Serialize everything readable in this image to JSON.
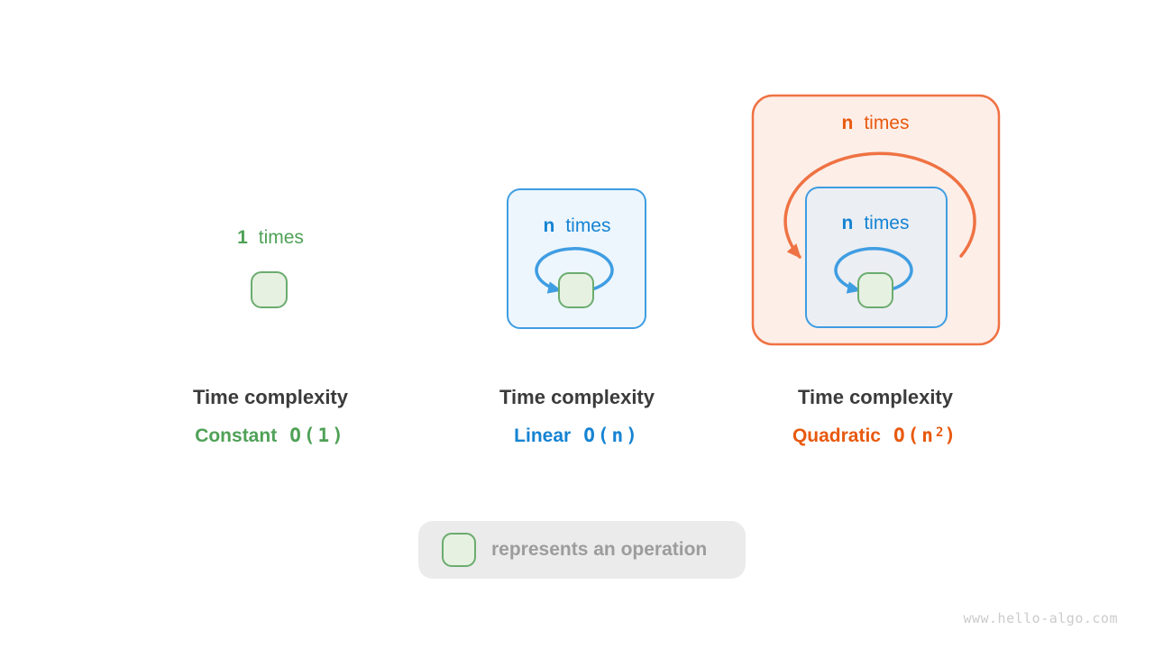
{
  "colors": {
    "green_border": "#6bac6e",
    "green_fill": "#e6f1e2",
    "green_text": "#4fa157",
    "blue_border": "#3f9de2",
    "blue_fill_light": "#edf6fd",
    "blue_fill_muted": "#ebeef3",
    "blue_text": "#1583d3",
    "orange_border": "#ef7243",
    "orange_fill": "#fdeee8",
    "orange_text": "#e8590e",
    "title_text": "#3b3b3b",
    "legend_bg": "#ebebeb",
    "legend_text": "#9c9c9c",
    "watermark_text": "#cbcbcb"
  },
  "panels": {
    "constant": {
      "times_count": "1",
      "times_word": "times",
      "title": "Time complexity",
      "complexity_name": "Constant",
      "o_open": "O(",
      "o_arg": "1",
      "o_sup": "",
      "o_close": ")"
    },
    "linear": {
      "times_count": "n",
      "times_word": "times",
      "title": "Time complexity",
      "complexity_name": "Linear",
      "o_open": "O(",
      "o_arg": "n",
      "o_sup": "",
      "o_close": ")"
    },
    "quadratic": {
      "outer_times_count": "n",
      "outer_times_word": "times",
      "inner_times_count": "n",
      "inner_times_word": "times",
      "title": "Time complexity",
      "complexity_name": "Quadratic",
      "o_open": "O(",
      "o_arg": "n",
      "o_sup": "2",
      "o_close": ")"
    }
  },
  "legend": {
    "label": "represents an operation"
  },
  "watermark": "www.hello-algo.com"
}
